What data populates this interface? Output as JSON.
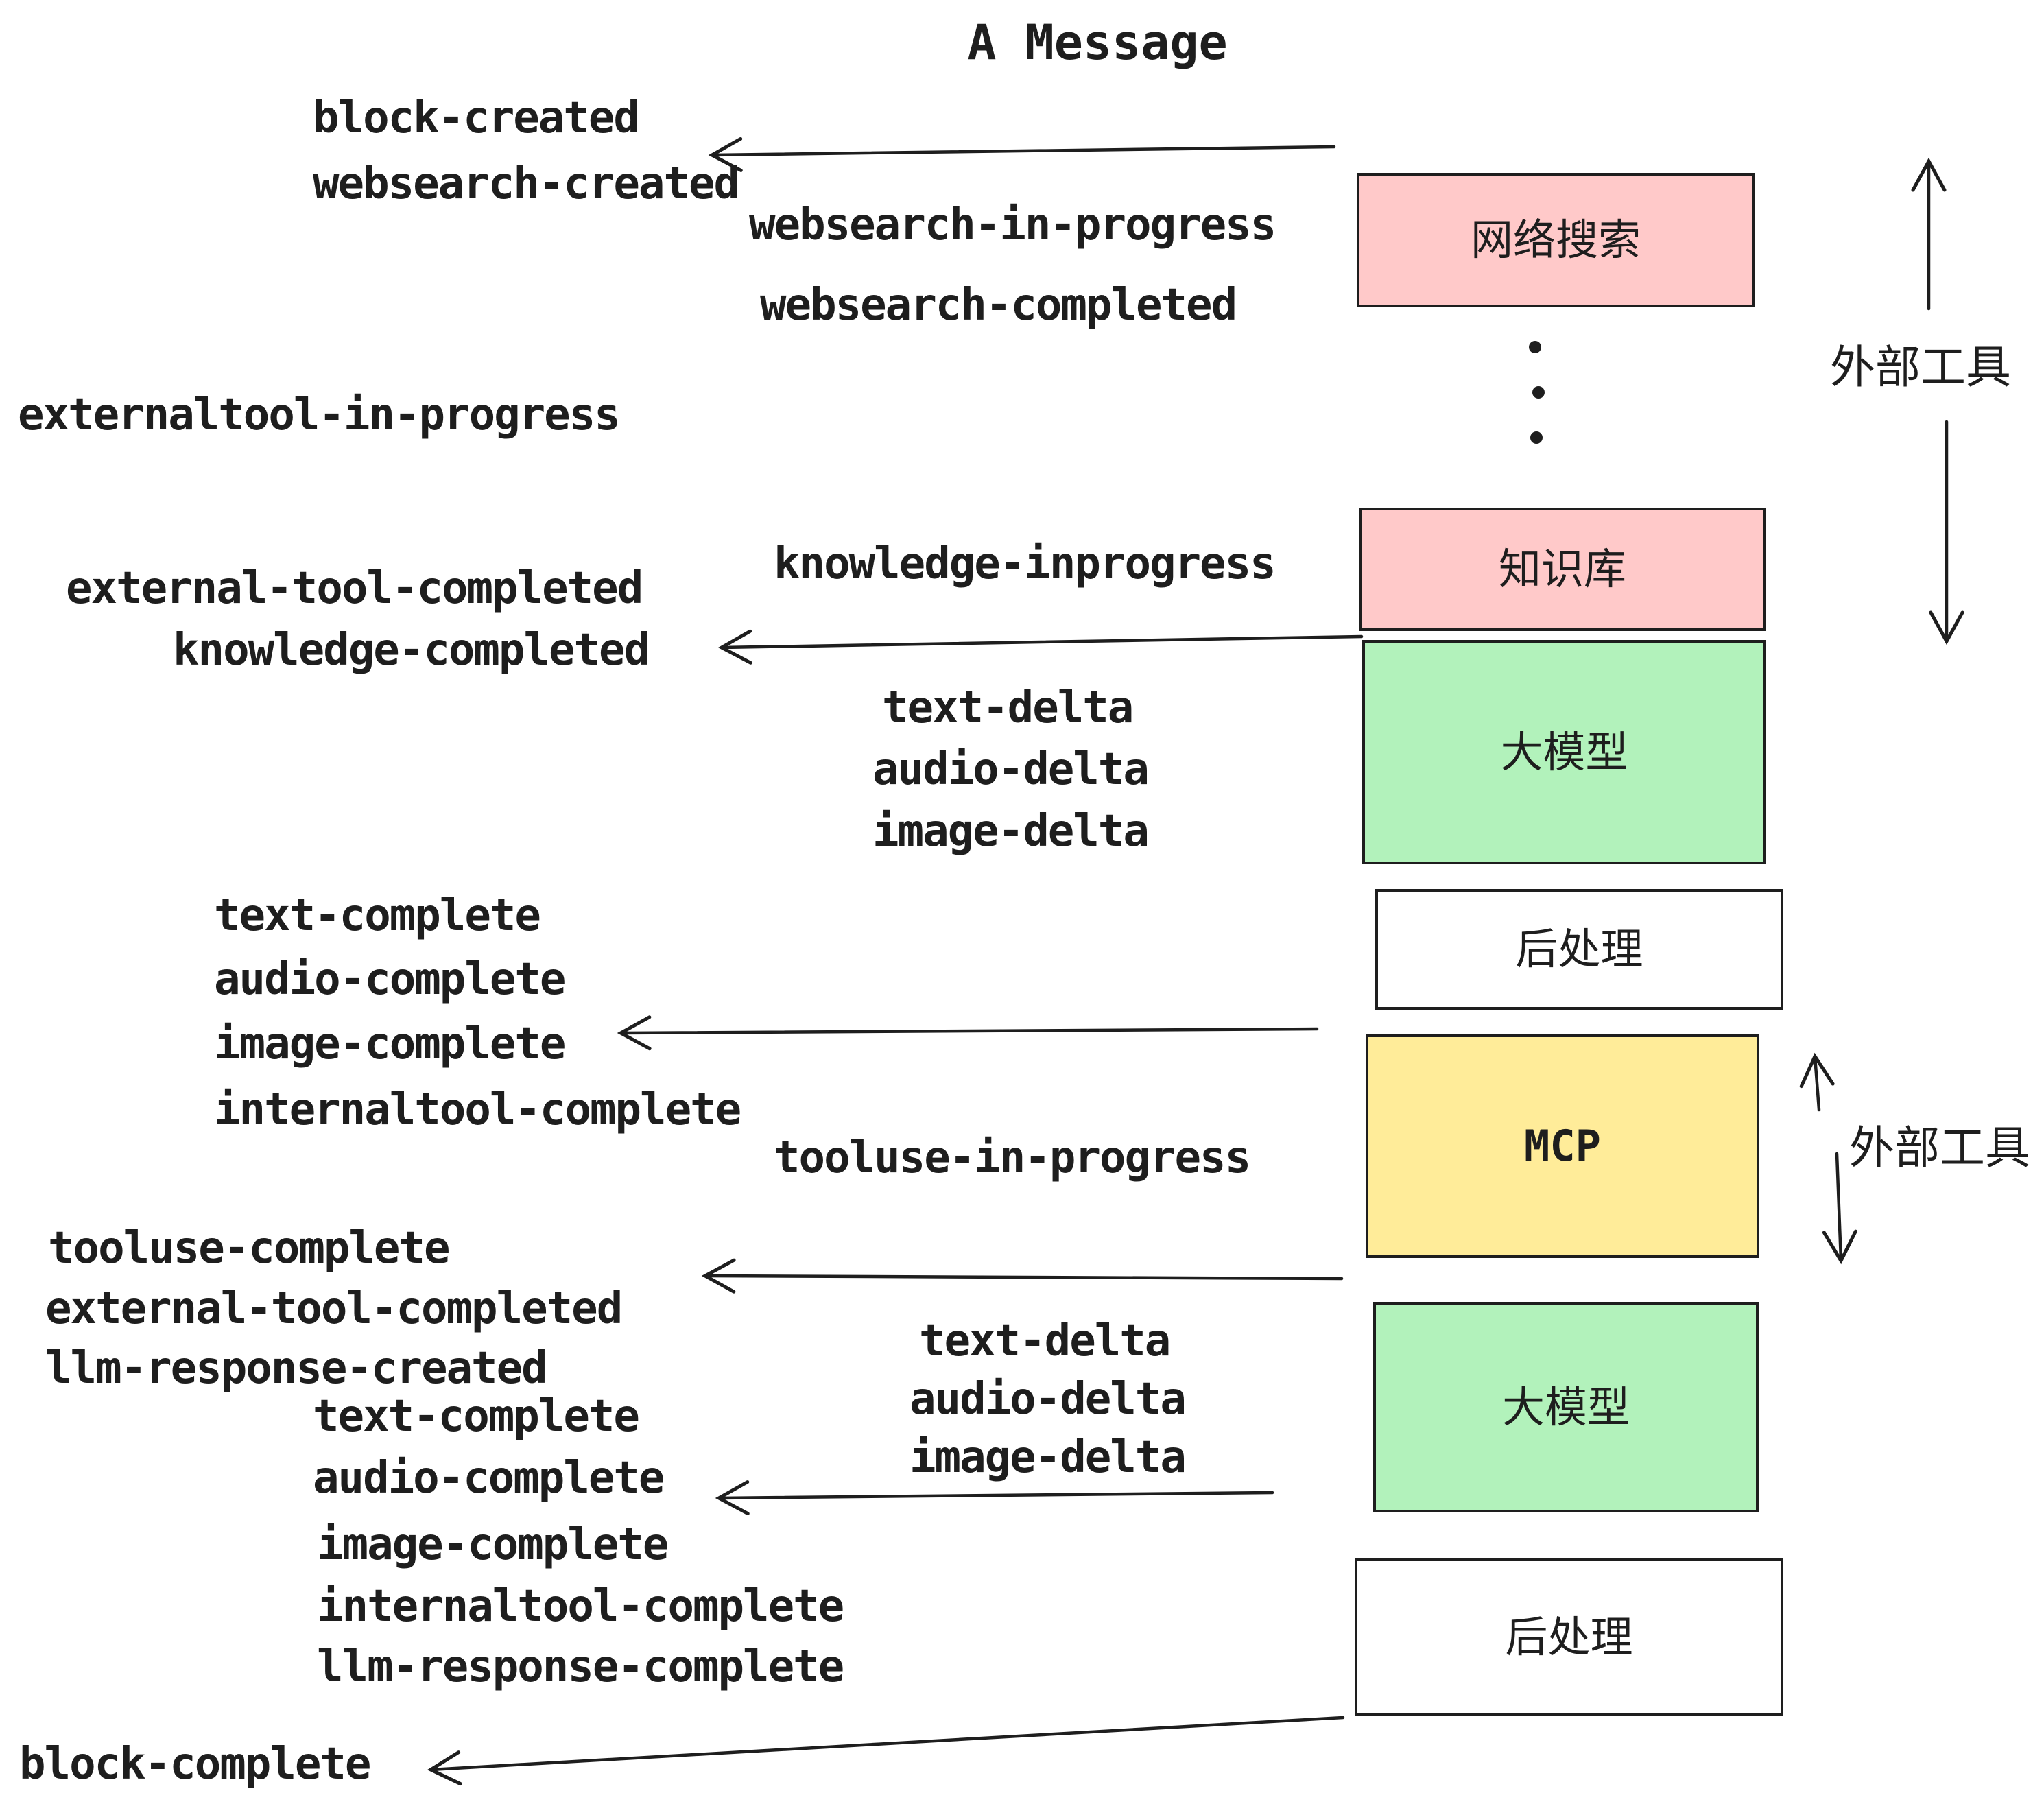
{
  "title": "A Message",
  "colors": {
    "pink": "#ffc9c9",
    "green": "#b2f2bb",
    "yellow": "#ffec99",
    "white": "#ffffff",
    "ink": "#1e1e1e"
  },
  "boxes": [
    {
      "id": "websearch",
      "label": "网络搜索",
      "color": "pink"
    },
    {
      "id": "knowledge",
      "label": "知识库",
      "color": "pink"
    },
    {
      "id": "llm-1",
      "label": "大模型",
      "color": "green"
    },
    {
      "id": "postprocess-1",
      "label": "后处理",
      "color": "white"
    },
    {
      "id": "mcp",
      "label": "MCP",
      "color": "yellow"
    },
    {
      "id": "llm-2",
      "label": "大模型",
      "color": "green"
    },
    {
      "id": "postprocess-2",
      "label": "后处理",
      "color": "white"
    }
  ],
  "side_labels": {
    "external_tools_top": "外部工具",
    "external_tools_bottom": "外部工具"
  },
  "events": {
    "block_created": "block-created",
    "websearch_created": "websearch-created",
    "websearch_in_progress": "websearch-in-progress",
    "websearch_completed": "websearch-completed",
    "externaltool_in_progress": "externaltool-in-progress",
    "external_tool_completed": "external-tool-completed",
    "knowledge_inprogress": "knowledge-inprogress",
    "knowledge_completed": "knowledge-completed",
    "text_delta": "text-delta",
    "audio_delta": "audio-delta",
    "image_delta": "image-delta",
    "text_complete": "text-complete",
    "audio_complete": "audio-complete",
    "image_complete": "image-complete",
    "internaltool_complete": "internaltool-complete",
    "tooluse_in_progress": "tooluse-in-progress",
    "tooluse_complete": "tooluse-complete",
    "llm_response_created": "llm-response-created",
    "llm_response_complete": "llm-response-complete",
    "block_complete": "block-complete"
  }
}
